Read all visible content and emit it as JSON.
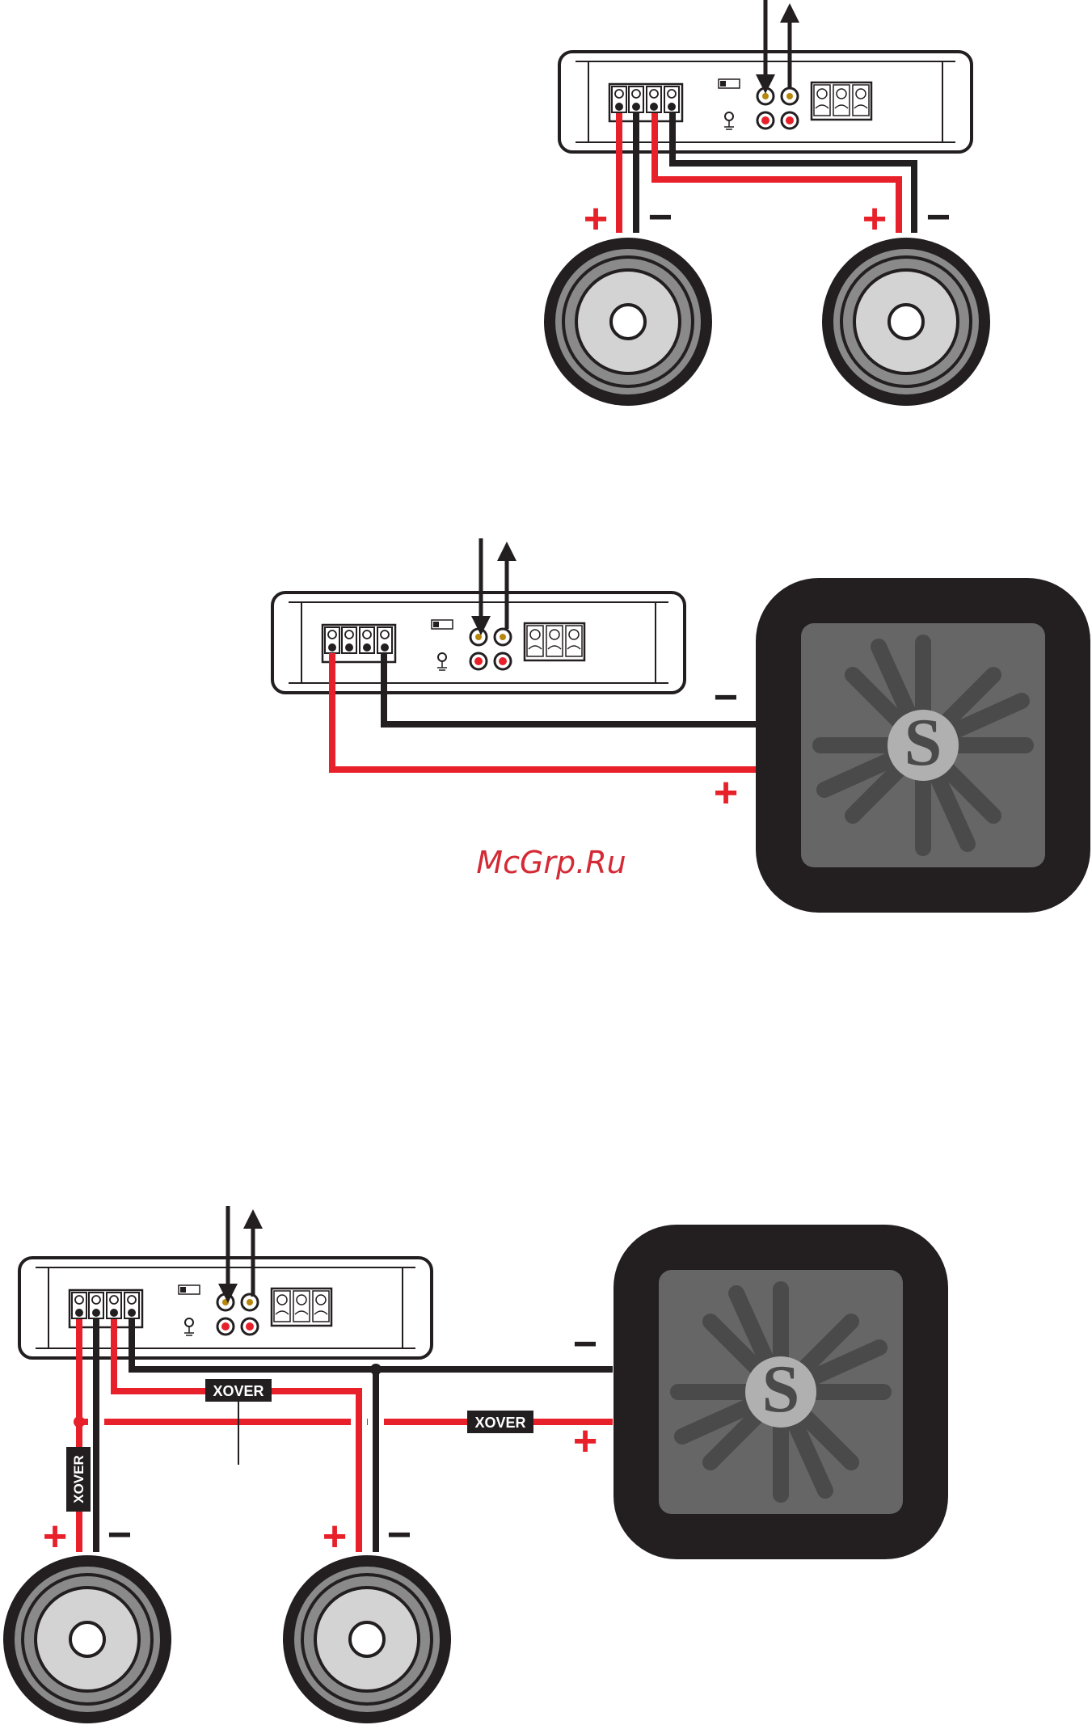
{
  "colors": {
    "wire_positive": "#e8202a",
    "wire_negative": "#231f20",
    "outline": "#231f20",
    "speaker_surround": "#231f20",
    "speaker_ring": "#8a8a8a",
    "speaker_cone": "#d3d3d3",
    "sub_frame": "#231f20",
    "sub_face": "#666666",
    "watermark": "#d42a35",
    "xover_fill": "#231f20"
  },
  "signs": {
    "plus": "+",
    "minus": "−"
  },
  "watermark": {
    "text": "McGrp.Ru"
  },
  "xover_labels": {
    "vertical": "XOVER",
    "top": "XOVER",
    "sub": "XOVER"
  },
  "subwoofer": {
    "logo_letter": "S"
  },
  "icons": {
    "input": "arrow-down-icon",
    "output": "arrow-up-icon",
    "ground": "ground-icon"
  }
}
